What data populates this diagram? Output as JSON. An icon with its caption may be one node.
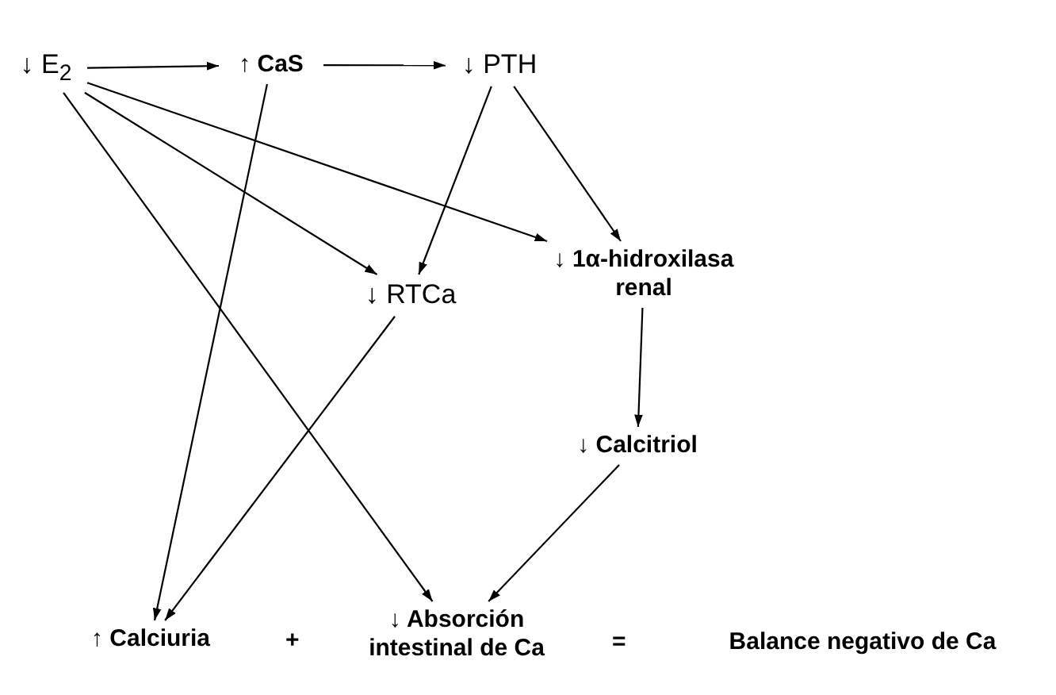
{
  "diagram": {
    "nodes": [
      {
        "text": [
          "↓ E$_{2}$"
        ]
      },
      {
        "text": [
          "↑ CaS"
        ]
      },
      {
        "text": [
          "↓ PTH"
        ]
      },
      {
        "text": [
          "↓ RTCa"
        ]
      },
      {
        "text": [
          "↓ 1α-hidroxilasa renal"
        ]
      },
      {
        "text": [
          "↓ Calcitriol"
        ]
      },
      {
        "text": [
          "↑ Calciuria"
        ]
      },
      {
        "text": [
          "↓ Absorción intestinal de Ca"
        ]
      },
      {
        "text": [
          "Balance negativo de Ca"
        ]
      }
    ],
    "edges": [
      {
        "from": 0,
        "to": 1,
        "arrow": "to"
      },
      {
        "from": 1,
        "to": 2,
        "arrow": "to"
      },
      {
        "from": 0,
        "to": 3,
        "arrow": "to"
      },
      {
        "from": 0,
        "to": 4,
        "arrow": "to"
      },
      {
        "from": 0,
        "to": 7,
        "arrow": "to"
      },
      {
        "from": 1,
        "to": 6,
        "arrow": "to"
      },
      {
        "from": 2,
        "to": 3,
        "arrow": "to"
      },
      {
        "from": 2,
        "to": 4,
        "arrow": "to"
      },
      {
        "from": 4,
        "to": 5,
        "arrow": "to"
      },
      {
        "from": 5,
        "to": 7,
        "arrow": "to"
      },
      {
        "from": 3,
        "to": 6,
        "arrow": "to"
      }
    ],
    "labels": [
      "+",
      "="
    ]
  }
}
